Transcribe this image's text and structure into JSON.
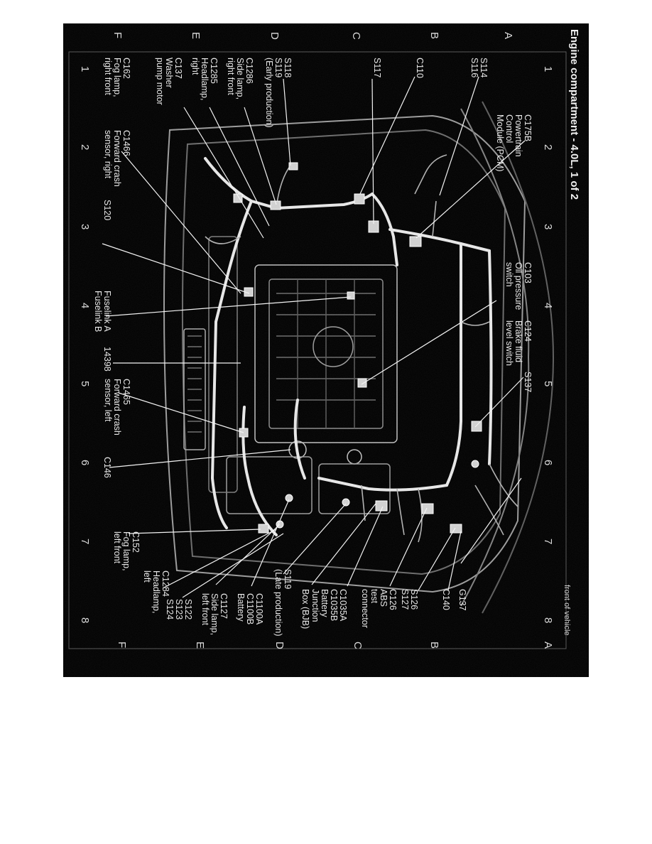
{
  "diagram": {
    "title": "Engine compartment - 4.0L, 1 of 2",
    "orientation_note": "front of vehicle",
    "row_letters_left": [
      "A",
      "B",
      "C",
      "D",
      "E",
      "F"
    ],
    "row_letters_right": [
      "A",
      "B",
      "C",
      "D",
      "E",
      "F"
    ],
    "col_numbers_top": [
      "1",
      "2",
      "3",
      "4",
      "5",
      "6",
      "7",
      "8"
    ],
    "col_numbers_bottom": [
      "1",
      "2",
      "3",
      "4",
      "5",
      "6",
      "7",
      "8"
    ],
    "callouts": {
      "c175b": "C175B\nPowertrain\nControl\nModule (PCM)",
      "s114": "S114\nS116",
      "c110": "C110",
      "s117": "S117",
      "s118": "S118\nS119\n(Early production)",
      "c1286": "C1286\nSide lamp,\nright front",
      "c1285": "C1285\nHeadlamp,\nright",
      "c137": "C137\nWasher\npump motor",
      "c162": "C162\nFog lamp,\nright front",
      "c1466": "C1466\nForward crash\nsensor, right",
      "s120": "S120",
      "c103": "C103\nOil pressure\nswitch",
      "c124": "C124\nBrake fluid\nlevel switch",
      "fuselink": "Fuselink A\nFuselink B",
      "ref14398": "14398",
      "s137": "S137",
      "c1465": "C1465\nForward crash\nsensor, left",
      "c146": "C146",
      "c152": "C152\nFog lamp,\nleft front",
      "c1284": "C1284\nHeadlamp,\nleft",
      "s122": "S122\nS123\nS124",
      "c1127": "C1127\nSide lamp,\nleft front",
      "c1100": "C1100A\nC1100B\nBattery",
      "s119late": "S119\n(Late production)",
      "bjb": "C1035A\nC1035B\nBattery\nJunction\nBox (BJB)",
      "c126": "C126\nABS\ntest\nconnector",
      "s126": "S126\nS127",
      "c140": "C140",
      "g137": "G137"
    }
  }
}
